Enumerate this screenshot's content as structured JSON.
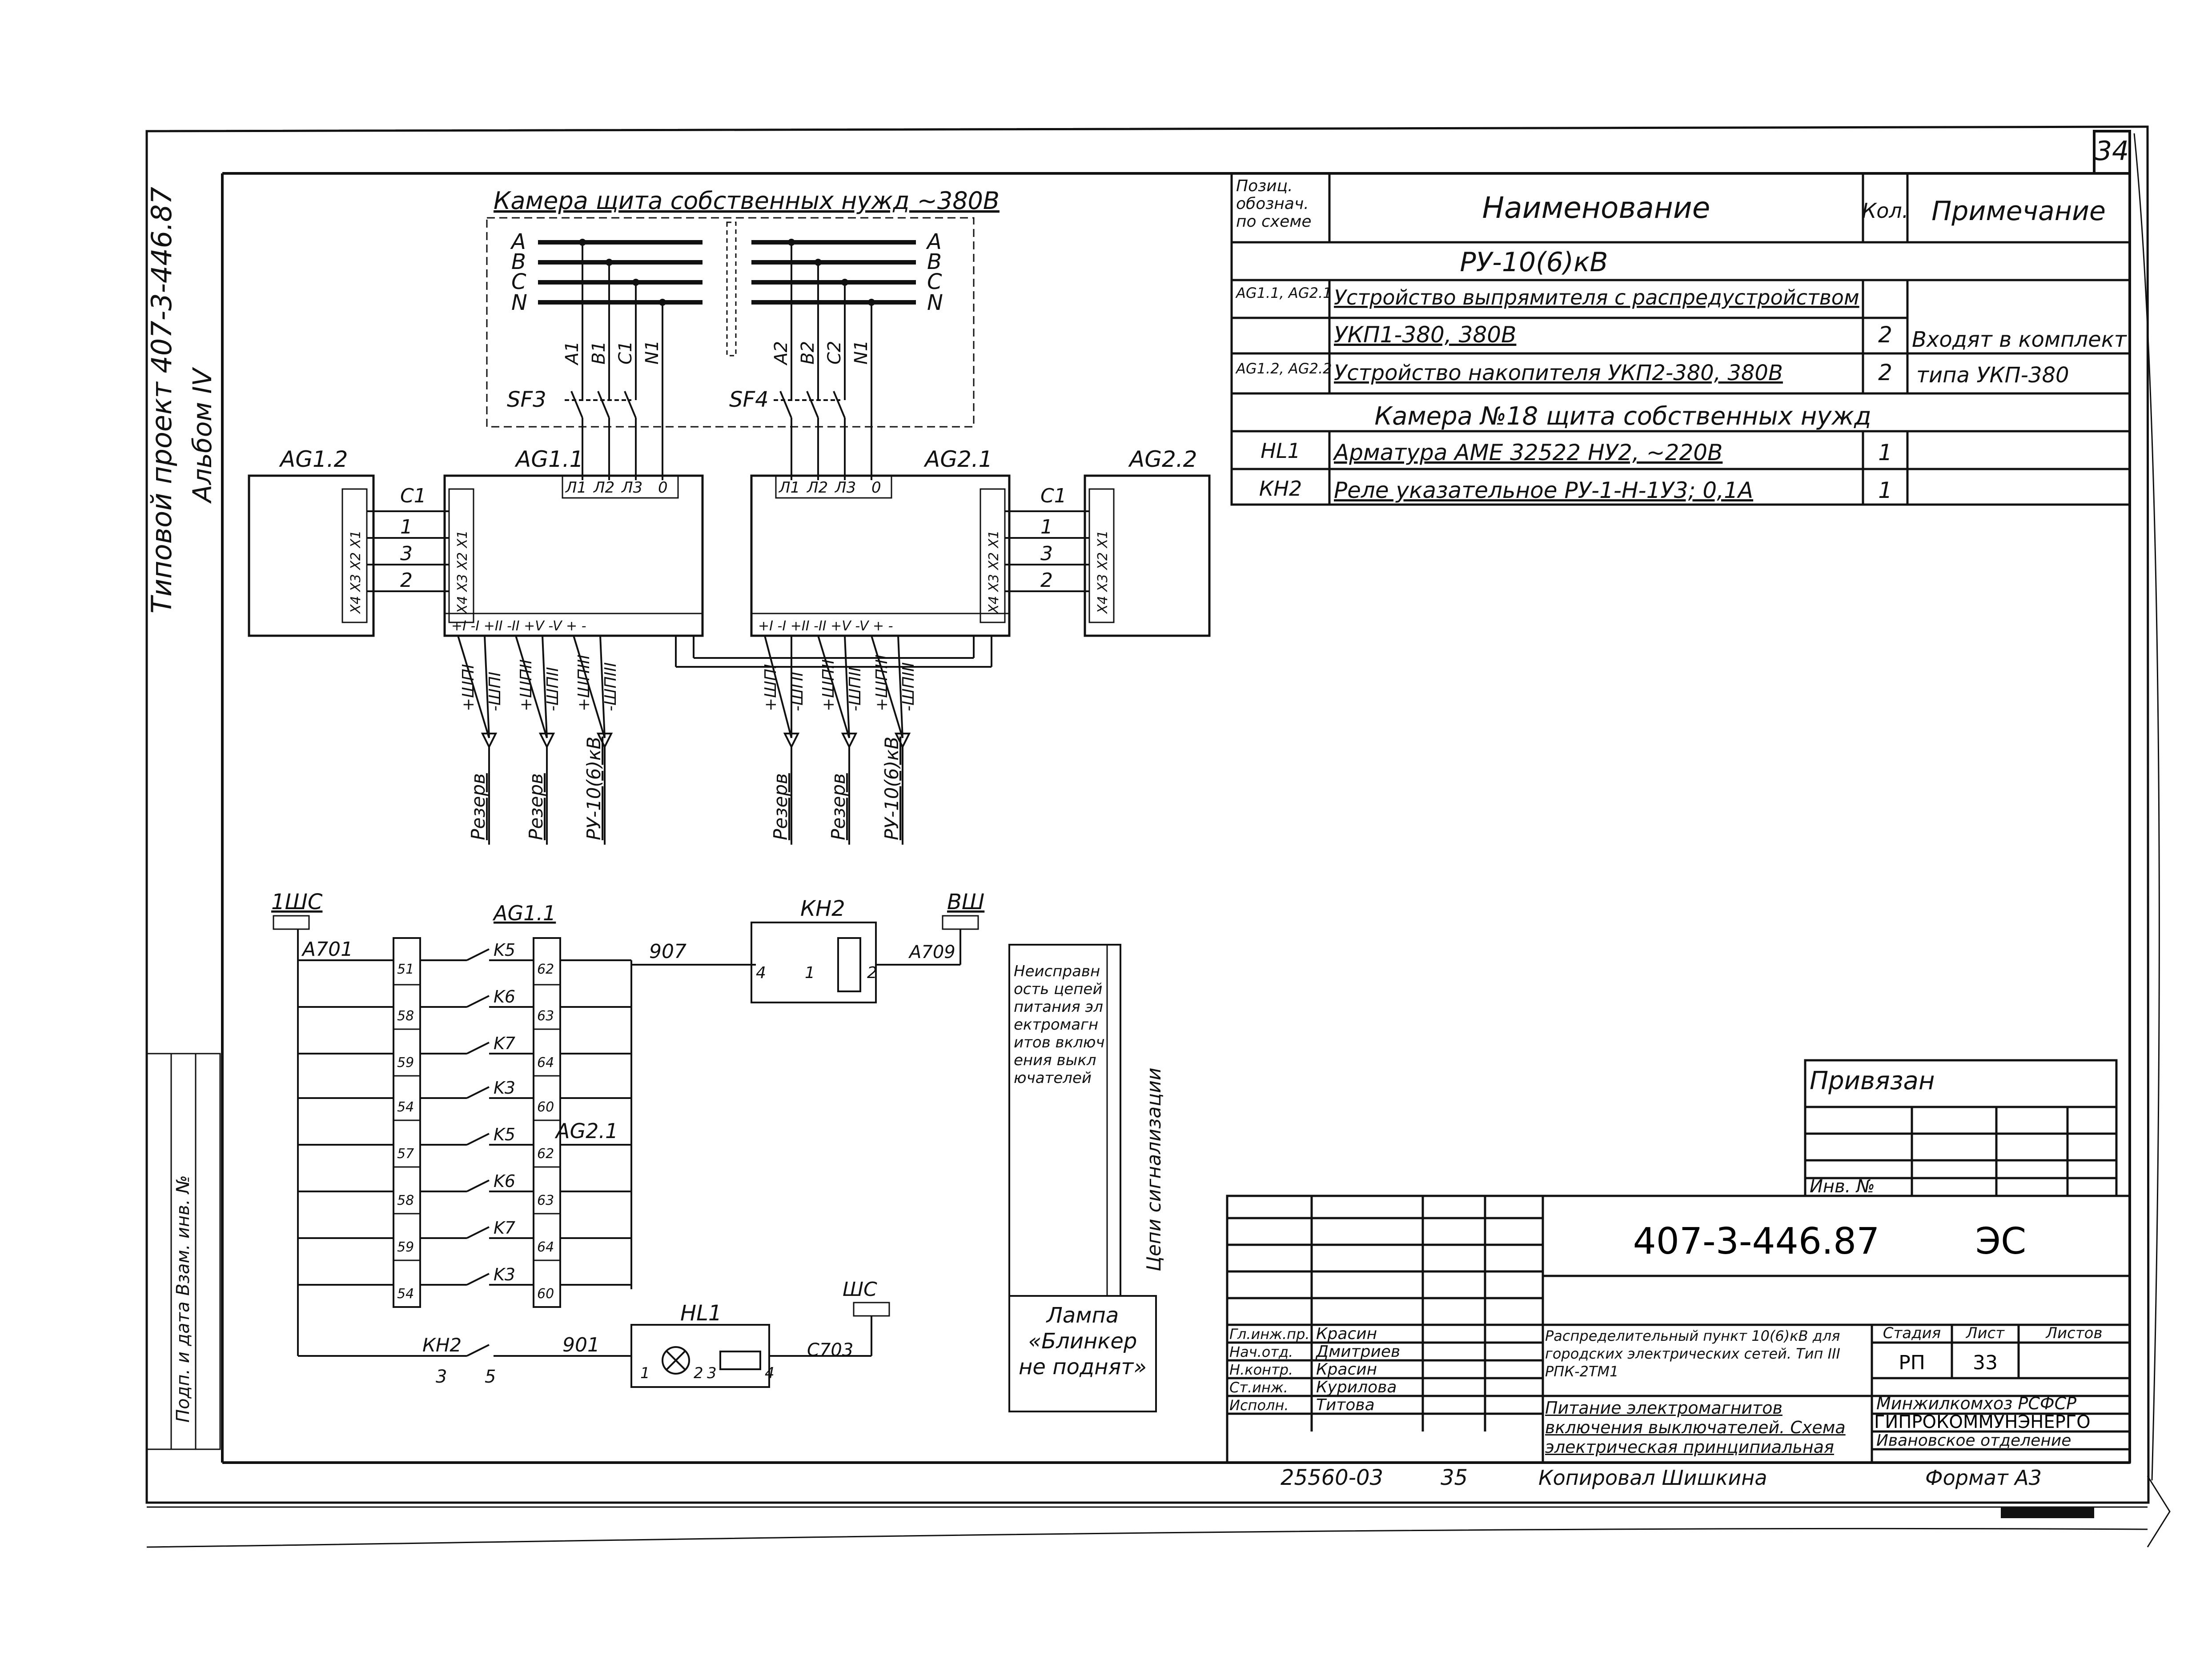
{
  "sheet_number": "34",
  "side": {
    "project": "Типовой проект 407-3-446.87",
    "album": "Альбом IV",
    "stamp": "Подп. и дата  Взам. инв. №"
  },
  "camera": {
    "title": "Камера щита собственных нужд ~380В",
    "bus": [
      "A",
      "B",
      "C",
      "N"
    ],
    "bus_right": [
      "A",
      "B",
      "C",
      "N"
    ],
    "taps_left": [
      "A1",
      "B1",
      "C1",
      "N1"
    ],
    "taps_right": [
      "A2",
      "B2",
      "C2",
      "N1"
    ],
    "sf_left": "SF3",
    "sf_right": "SF4"
  },
  "devices": {
    "ag12": "AG1.2",
    "ag11": "AG1.1",
    "ag21": "AG2.1",
    "ag22": "AG2.2",
    "ag11_top": [
      "Л1",
      "Л2",
      "Л3",
      "0"
    ],
    "ag21_top": [
      "Л1",
      "Л2",
      "Л3",
      "0"
    ],
    "ag_side": [
      "Х4",
      "Х3",
      "Х2",
      "Х1"
    ],
    "ag_bottom": [
      "+I",
      "-I",
      "+II",
      "-II",
      "+V",
      "-V",
      "+",
      "-"
    ],
    "c1": "С1",
    "wire_nums": [
      "1",
      "3",
      "2"
    ],
    "outs_left": [
      "+ШПI",
      "-ШПI",
      "+ШПII",
      "-ШПII",
      "+ШПIII",
      "-ШПIII"
    ],
    "outs_right": [
      "+ШПI",
      "-ШПI",
      "+ШПII",
      "-ШПII",
      "+ШПIII",
      "-ШПIII"
    ],
    "dest_left": [
      "Резерв",
      "Резерв",
      "РУ-10(6)кВ"
    ],
    "dest_right": [
      "Резерв",
      "Резерв",
      "РУ-10(6)кВ"
    ]
  },
  "control": {
    "bus_left": "1ШС",
    "bus_right": "ВШ",
    "bus_bottom": "ШС",
    "ag11": "AG1.1",
    "ag21": "AG2.1",
    "a701": "A701",
    "a709": "A709",
    "wire907": "907",
    "wire901": "901",
    "c703": "С703",
    "kh2": "КН2",
    "kh2_pins": [
      "4",
      "1",
      "2"
    ],
    "kh2_contact": "КН2",
    "kh2_contact_pins": [
      "3",
      "5"
    ],
    "hl1": "HL1",
    "hl1_pins": [
      "1",
      "2",
      "3",
      "4"
    ],
    "left_pins": [
      "51",
      "58",
      "59",
      "54",
      "57",
      "58",
      "59",
      "54"
    ],
    "right_pins": [
      "62",
      "63",
      "64",
      "60",
      "62",
      "63",
      "64",
      "60"
    ],
    "contacts": [
      "K5",
      "K6",
      "K7",
      "K3",
      "K5",
      "K6",
      "K7",
      "K3"
    ],
    "note_malfunction": "Неисправность цепей питания электромагнитов включения выключателей",
    "note_signal": "Цепи сигнализации",
    "note_lamp": "Лампа «Блинкер не поднят»"
  },
  "spec_table": {
    "headers": [
      "Позиц. обознач. по схеме",
      "Наименование",
      "Кол.",
      "Примечание"
    ],
    "section1": "РУ-10(6)кВ",
    "rows1": [
      {
        "pos": "AG1.1, AG2.1",
        "name": "Устройство выпрямителя с распредустройством",
        "qty": "",
        "note": ""
      },
      {
        "pos": "",
        "name": "УКП1-380,          380В",
        "qty": "2",
        "note": "Входят в комплект"
      },
      {
        "pos": "AG1.2, AG2.2",
        "name": "Устройство накопителя УКП2-380, 380В",
        "qty": "2",
        "note": "типа УКП-380"
      }
    ],
    "section2": "Камера №18  щита собственных нужд",
    "rows2": [
      {
        "pos": "HL1",
        "name": "Арматура АМЕ 32522 НУ2, ~220В",
        "qty": "1",
        "note": ""
      },
      {
        "pos": "КН2",
        "name": "Реле указательное РУ-1-Н-1У3; 0,1А",
        "qty": "1",
        "note": ""
      }
    ]
  },
  "binding": {
    "title": "Привязан",
    "inv": "Инв. №"
  },
  "title_block": {
    "code": "407-3-446.87",
    "mark": "ЭС",
    "roles": [
      "Гл.инж.пр.",
      "Нач.отд.",
      "Н.контр.",
      "Ст.инж.",
      "Исполн."
    ],
    "names": [
      "Красин",
      "Дмитриев",
      "Красин",
      "Курилова",
      "Титова"
    ],
    "desc1": "Распределительный пункт 10(6)кВ для городских электрических сетей. Тип III РПК-2ТМ1",
    "desc2": "Питание электромагнитов включения выключателей. Схема электрическая принципиальная",
    "stage_h": "Стадия",
    "sheet_h": "Лист",
    "sheets_h": "Листов",
    "stage": "РП",
    "sheet": "33",
    "sheets": "",
    "org1": "Минжилкомхоз РСФСР",
    "org2": "ГИПРОКОММУНЭНЕРГО",
    "org3": "Ивановское отделение"
  },
  "footer": {
    "order": "25560-03",
    "num": "35",
    "copied": "Копировал Шишкина",
    "format": "Формат А3"
  }
}
